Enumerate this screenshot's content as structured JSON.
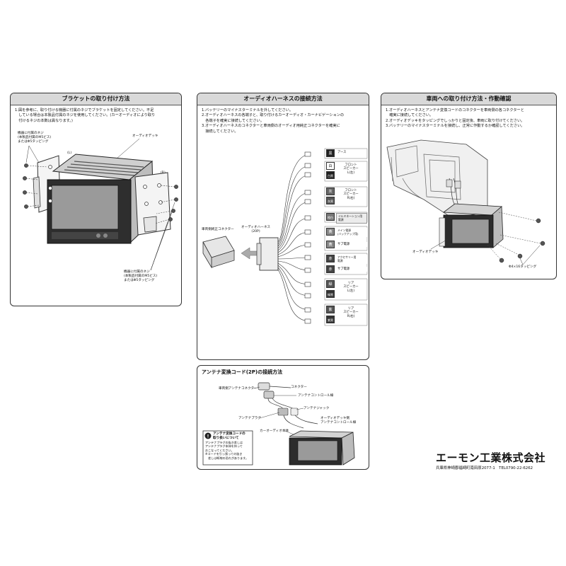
{
  "panel1": {
    "title": "ブラケットの取り付け方法",
    "instructions": "1.図を参考に、取り付ける機器に付属のネジでブラケットを固定してください。不足\n　している場合は本製品付属のネジを使用してください。(カーオーディオにより取り\n　付けるネジの本数は異なります。)",
    "label_screw_top": "機器に付属のネジ\n(本製品付属のM5ビス)\nまたはΦ5タッピング",
    "label_deck": "オーディオデッキ",
    "label_left": "(L)",
    "label_right": "(R)",
    "label_screw_bottom": "機器に付属のネジ\n(本製品付属のM5ビス)\nまたはΦ5タッピング"
  },
  "panel2": {
    "title": "オーディオハーネスの接続方法",
    "instructions": "1.バッテリーのマイナスターミナルを外してください。\n2.オーディオハーネスの各端子と、取り付けるカーオーディオ・カーナビゲーションの\n　各端子を確実に接続してください。\n3.オーディオハーネスのコネクターと車両側のオーディオ用純正コネクターを確実に\n　接続してください。",
    "label_vehicle_connector": "車両側純正コネクター",
    "label_harness": "オーディオハーネス\n(20P)",
    "wires": [
      {
        "code": "黒",
        "style": "dark",
        "label": "アース"
      },
      {
        "code": "白",
        "style": "light",
        "label": "フロント\nスピーカー\nL(左)"
      },
      {
        "code": "白黒",
        "style": "dark",
        "label": ""
      },
      {
        "code": "灰",
        "style": "dark",
        "label": "フロント\nスピーカー\nR(右)"
      },
      {
        "code": "灰黒",
        "style": "dark",
        "label": ""
      },
      {
        "code": "橙白",
        "style": "dark",
        "label": "イルミネーション用\n電源"
      },
      {
        "code": "黄",
        "style": "dark",
        "label": "メイン電源\n(バックアップ用)"
      },
      {
        "code": "黄",
        "style": "dark",
        "label": "サブ電源"
      },
      {
        "code": "赤",
        "style": "dark",
        "label": "アクセサリー用\n電源"
      },
      {
        "code": "赤",
        "style": "dark",
        "label": "サブ電源"
      },
      {
        "code": "緑",
        "style": "dark",
        "label": "リア\nスピーカー\nL(左)"
      },
      {
        "code": "緑黒",
        "style": "dark",
        "label": ""
      },
      {
        "code": "紫",
        "style": "dark",
        "label": "リア\nスピーカー\nR(右)"
      },
      {
        "code": "紫黒",
        "style": "dark",
        "label": ""
      }
    ]
  },
  "panel3": {
    "title": "車両への取り付け方法・作動確認",
    "instructions": "1.オーディオハーネスとアンテナ変換コードのコネクターを車両側の各コネクターと\n　確実に接続してください。\n2.オーディオデッキをタッピングでしっかりと固定後、車両に取り付けてください。\n3.バッテリーのマイナスターミナルを接続し、正常に作動するか確認してください。",
    "label_deck": "オーディオデッキ",
    "label_tapping": "Φ4×16タッピング"
  },
  "panel4": {
    "title": "アンテナ変換コード(2P)の接続方法",
    "label_vehicle_antenna": "車両側アンテナコネクター",
    "label_connector": "コネクター",
    "label_control_line": "アンテナコントロール線",
    "label_jack": "アンテナジャック",
    "label_plug": "アンテナプラグ",
    "label_deck_control": "オーディオデッキ側\nアンテナコントロール線",
    "label_car_audio": "カーオーディオ本体",
    "note_title": "アンテナ変換コードの\n取り扱いについて",
    "note_text": "アンテナプラグの抜き差しは\nアンテナプラグ本体を持って\nおこなってください。\n※コードを引っ張っての抜き\n　差しは断線の恐れがあります。"
  },
  "company": {
    "name": "エーモン工業株式会社",
    "address": "兵庫県神崎郡福崎町南田原2077-1　TEL0790-22-6262"
  }
}
